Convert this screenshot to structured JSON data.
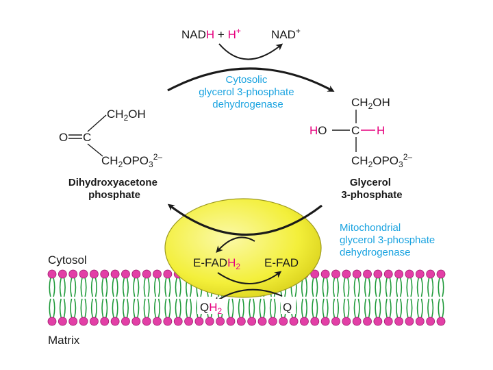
{
  "colors": {
    "text": "#1a1a1a",
    "enzyme_label": "#1aa3e0",
    "highlight": "#e6007e",
    "lipid_head": "#e23fa6",
    "lipid_tail": "#1f9a3a",
    "enzyme_fill": "#f3ef3a"
  },
  "cofactor": {
    "nadh_main": "NAD",
    "nadh_h": "H",
    "plus": " + ",
    "proton": "H",
    "proton_sup": "+",
    "nad": "NAD",
    "nad_sup": "+"
  },
  "cytosolic_enzyme": {
    "line1": "Cytosolic",
    "line2": "glycerol 3-phosphate",
    "line3": "dehydrogenase"
  },
  "dhap": {
    "ch2oh_a": "CH",
    "ch2oh_sub": "2",
    "ch2oh_b": "OH",
    "carbonyl": "O",
    "carbon": "C",
    "phos_a": "CH",
    "phos_sub": "2",
    "phos_b": "OPO",
    "phos_sub2": "3",
    "phos_charge": "2–",
    "name1": "Dihydroxyacetone",
    "name2": "phosphate"
  },
  "g3p": {
    "ch2oh_a": "CH",
    "ch2oh_sub": "2",
    "ch2oh_b": "OH",
    "h_left": "H",
    "o_left": "O",
    "carbon": "C",
    "h_right": "H",
    "phos_a": "CH",
    "phos_sub": "2",
    "phos_b": "OPO",
    "phos_sub2": "3",
    "phos_charge": "2–",
    "name1": "Glycerol",
    "name2": "3-phosphate"
  },
  "mito_enzyme": {
    "line1": "Mitochondrial",
    "line2": "glycerol 3-phosphate",
    "line3": "dehydrogenase"
  },
  "fad": {
    "reduced_main": "E-FAD",
    "reduced_h": "H",
    "reduced_sub": "2",
    "oxidized": "E-FAD"
  },
  "quinone": {
    "reduced_q": "Q",
    "reduced_h": "H",
    "reduced_sub": "2",
    "oxidized": "Q"
  },
  "compartments": {
    "top": "Cytosol",
    "bottom": "Matrix"
  },
  "membrane": {
    "head_count": 38
  }
}
